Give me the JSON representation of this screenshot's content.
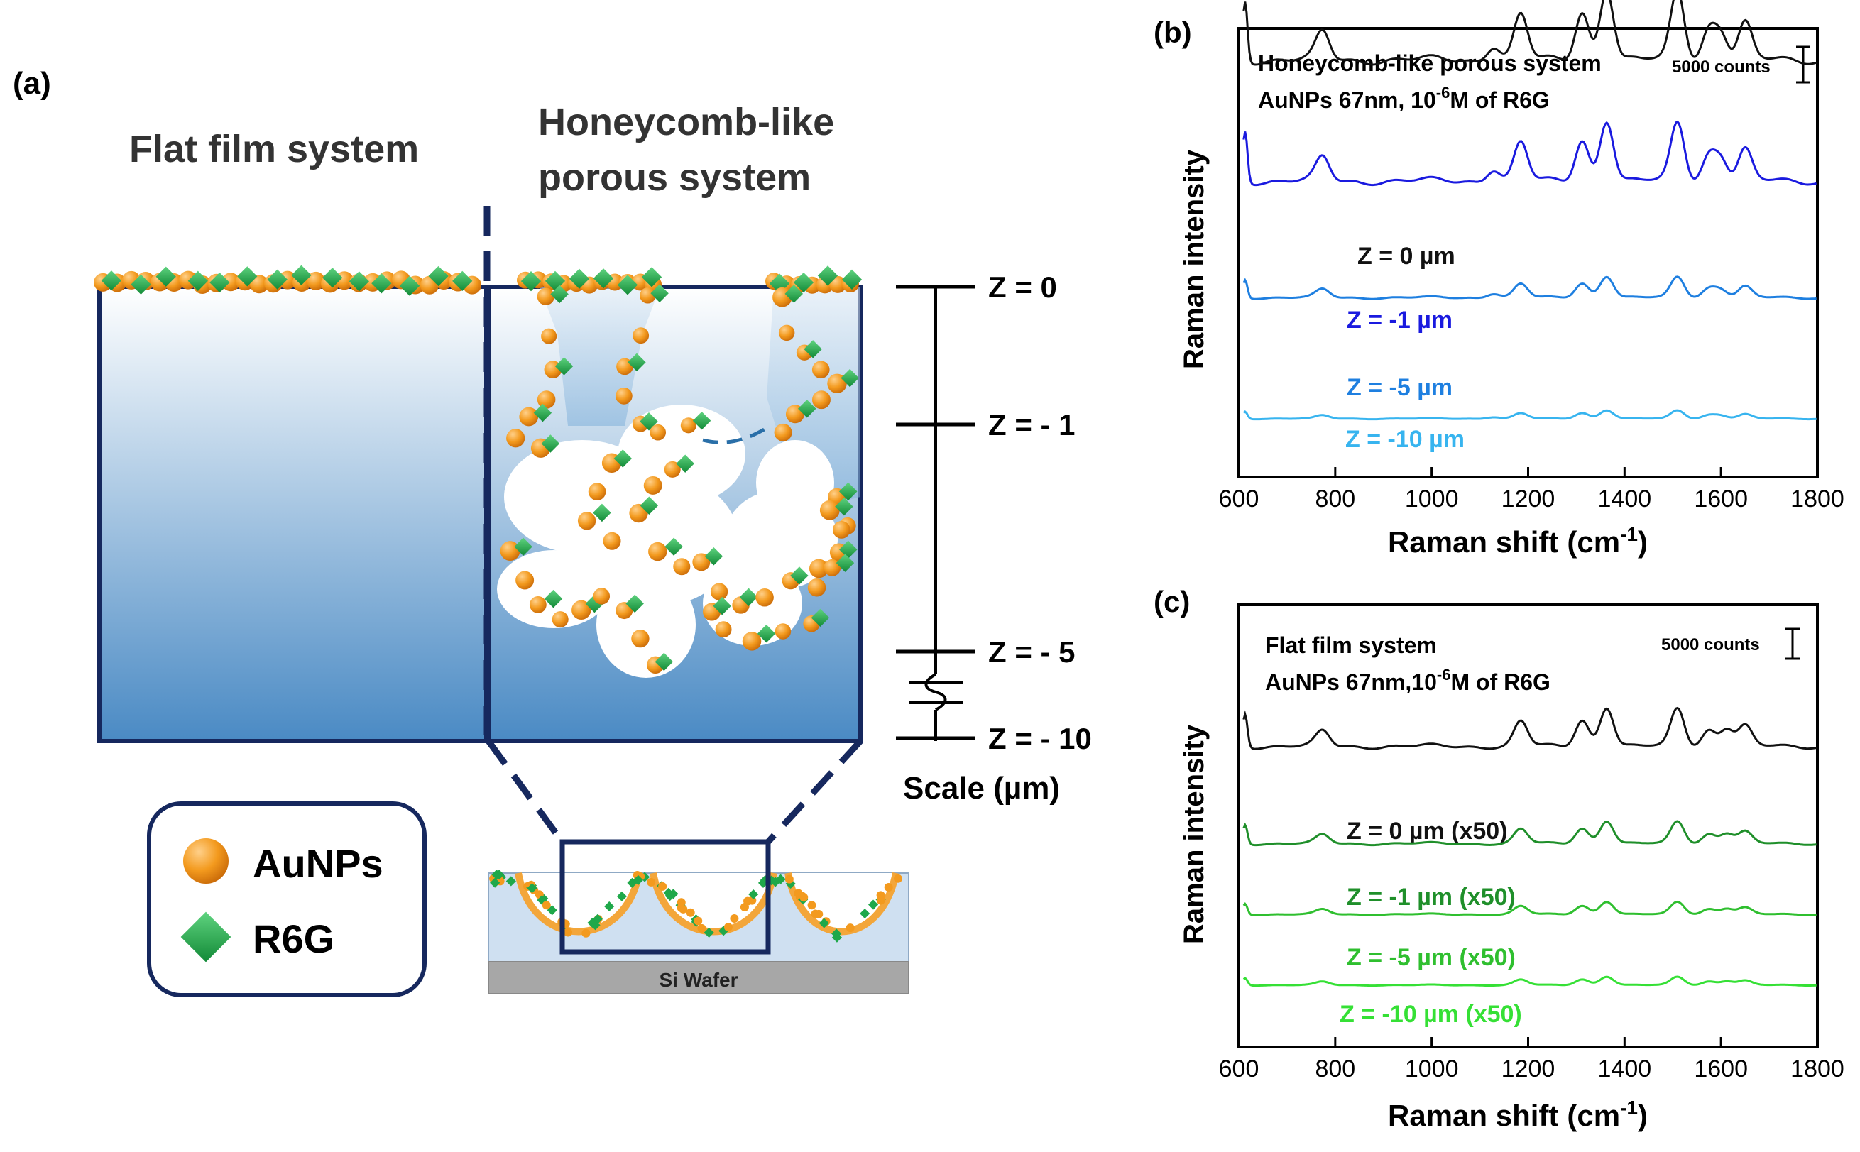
{
  "panel_a": {
    "label": "(a)",
    "flat_title": "Flat film system",
    "porous_title_1": "Honeycomb-like",
    "porous_title_2": "porous system",
    "scale_ticks": [
      {
        "label": "Z = 0",
        "value": 0
      },
      {
        "label": "Z = - 1",
        "value": -1
      },
      {
        "label": "Z = - 5",
        "value": -5
      },
      {
        "label": "Z = - 10",
        "value": -10
      }
    ],
    "scale_label": "Scale (µm)",
    "legend": {
      "aunps": "AuNPs",
      "r6g": "R6G"
    },
    "substrate_label": "Si Wafer",
    "colors": {
      "aunp": "#f39a1e",
      "r6g": "#1fa84a",
      "film_top": "#ffffff",
      "film_bottom": "#4a8ac4",
      "outline": "#16285e"
    }
  },
  "chart_data": [
    {
      "panel": "(b)",
      "type": "line",
      "annotation_1": "Honeycomb-like porous system",
      "annotation_2_pre": "AuNPs 67nm, 10",
      "annotation_2_sup": "-6",
      "annotation_2_post": "M of R6G",
      "scale_bar_label": "5000 counts",
      "xlabel": "Raman shift",
      "xlabel_unit_pre": "(cm",
      "xlabel_unit_sup": "-1",
      "xlabel_unit_post": ")",
      "ylabel": "Raman intensity",
      "xlim": [
        600,
        1800
      ],
      "xticks": [
        600,
        800,
        1000,
        1200,
        1400,
        1600,
        1800
      ],
      "peaks": [
        613,
        774,
        1128,
        1185,
        1312,
        1363,
        1510,
        1575,
        1600,
        1650
      ],
      "series": [
        {
          "name": "Z = 0 µm",
          "color": "#111111",
          "baseline": 0.93,
          "scale": 1.0
        },
        {
          "name": "Z = -1 µm",
          "color": "#1a1adf",
          "baseline": 0.66,
          "scale": 0.85
        },
        {
          "name": "Z = -5 µm",
          "color": "#1e7fe0",
          "baseline": 0.4,
          "scale": 0.3
        },
        {
          "name": "Z = -10 µm",
          "color": "#37b4ef",
          "baseline": 0.13,
          "scale": 0.12
        }
      ]
    },
    {
      "panel": "(c)",
      "type": "line",
      "annotation_1": "Flat film system",
      "annotation_2_pre": "AuNPs 67nm,10",
      "annotation_2_sup": "-6",
      "annotation_2_post": "M of R6G",
      "scale_bar_label": "5000 counts",
      "xlabel": "Raman shift",
      "xlabel_unit_pre": "(cm",
      "xlabel_unit_sup": "-1",
      "xlabel_unit_post": ")",
      "ylabel": "Raman intensity",
      "xlim": [
        600,
        1800
      ],
      "xticks": [
        600,
        800,
        1000,
        1200,
        1400,
        1600,
        1800
      ],
      "peaks": [
        613,
        774,
        1185,
        1312,
        1363,
        1510,
        1575,
        1612,
        1650
      ],
      "series": [
        {
          "name": "Z = 0 µm (x50)",
          "color": "#111111",
          "baseline": 0.68,
          "scale": 0.55
        },
        {
          "name": "Z = -1 µm (x50)",
          "color": "#1f8f2a",
          "baseline": 0.46,
          "scale": 0.32
        },
        {
          "name": "Z = -5 µm (x50)",
          "color": "#2fbf2f",
          "baseline": 0.3,
          "scale": 0.18
        },
        {
          "name": "Z = -10 µm (x50)",
          "color": "#35e035",
          "baseline": 0.14,
          "scale": 0.12
        }
      ]
    }
  ]
}
